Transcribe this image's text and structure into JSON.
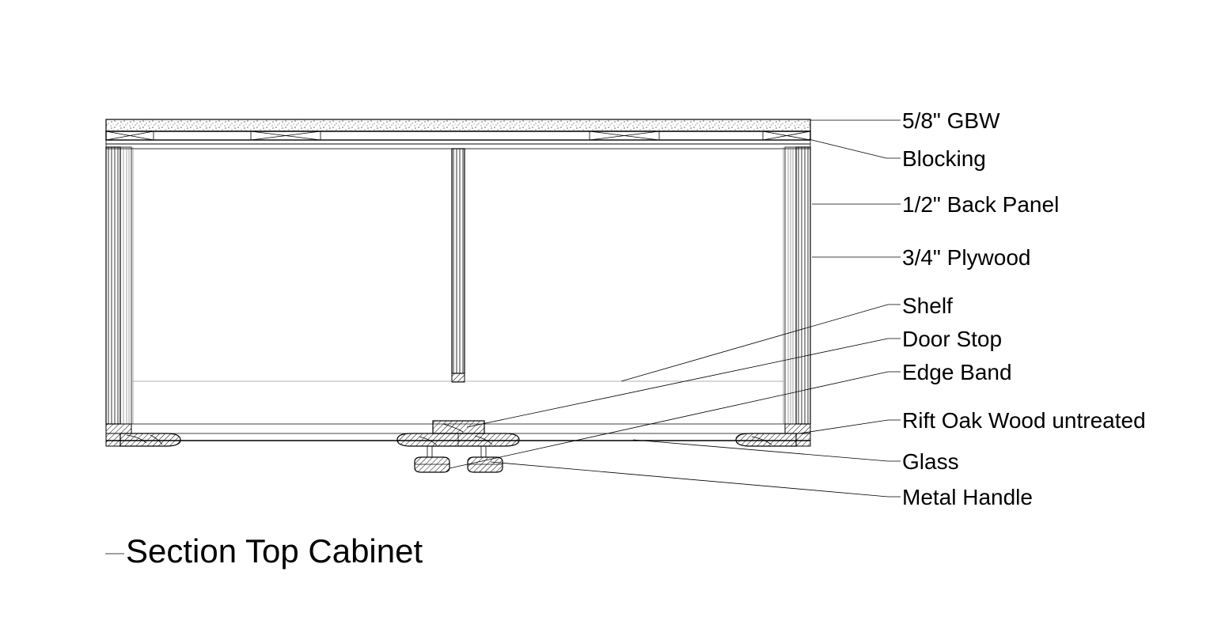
{
  "diagram": {
    "title": "Section Top Cabinet",
    "labels": {
      "gbw": "5/8\" GBW",
      "blocking": "Blocking",
      "back_panel": "1/2\" Back Panel",
      "plywood": "3/4\" Plywood",
      "shelf": "Shelf",
      "door_stop": "Door Stop",
      "edge_band": "Edge Band",
      "rift_oak": "Rift Oak Wood untreated",
      "glass": "Glass",
      "metal_handle": "Metal Handle"
    }
  }
}
